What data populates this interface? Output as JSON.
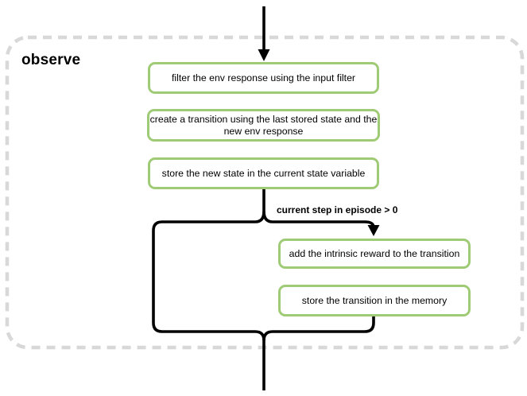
{
  "diagram": {
    "group_title": "observe",
    "branch_condition": "current step in episode > 0",
    "nodes": [
      {
        "id": "filter-env-response",
        "label": "filter the env response using the input filter"
      },
      {
        "id": "create-transition",
        "label": "create a transition using the last stored state and the\nnew env response"
      },
      {
        "id": "store-new-state",
        "label": "store the new state in the current state variable"
      },
      {
        "id": "add-intrinsic-reward",
        "label": "add the intrinsic reward to the transition"
      },
      {
        "id": "store-transition",
        "label": "store the transition in the memory"
      }
    ],
    "colors": {
      "node_border": "#a0cb76",
      "group_border": "#d8d8d8",
      "connector": "#000000",
      "background": "#ffffff",
      "text": "#000000"
    }
  }
}
